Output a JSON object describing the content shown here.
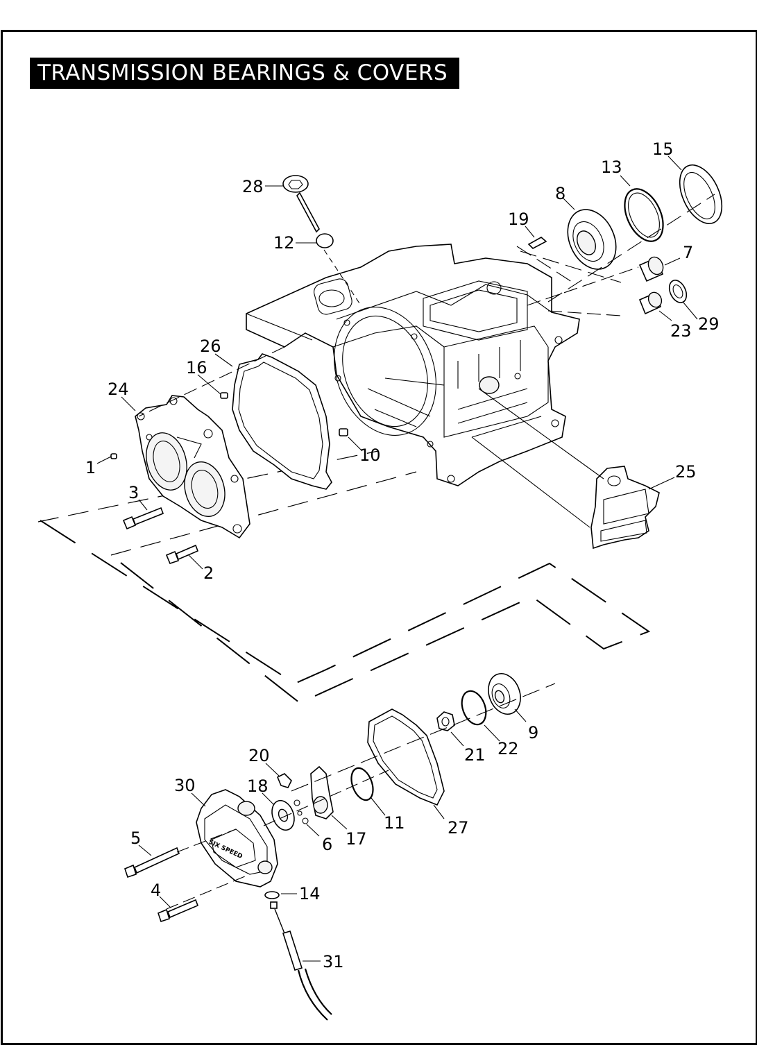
{
  "title": "TRANSMISSION BEARINGS & COVERS",
  "callouts": [
    {
      "id": "c1",
      "label": "1"
    },
    {
      "id": "c2",
      "label": "2"
    },
    {
      "id": "c3",
      "label": "3"
    },
    {
      "id": "c4",
      "label": "4"
    },
    {
      "id": "c5",
      "label": "5"
    },
    {
      "id": "c6",
      "label": "6"
    },
    {
      "id": "c7",
      "label": "7"
    },
    {
      "id": "c8",
      "label": "8"
    },
    {
      "id": "c9",
      "label": "9"
    },
    {
      "id": "c10",
      "label": "10"
    },
    {
      "id": "c11",
      "label": "11"
    },
    {
      "id": "c12",
      "label": "12"
    },
    {
      "id": "c13",
      "label": "13"
    },
    {
      "id": "c14",
      "label": "14"
    },
    {
      "id": "c15",
      "label": "15"
    },
    {
      "id": "c16",
      "label": "16"
    },
    {
      "id": "c17",
      "label": "17"
    },
    {
      "id": "c18",
      "label": "18"
    },
    {
      "id": "c19",
      "label": "19"
    },
    {
      "id": "c20",
      "label": "20"
    },
    {
      "id": "c21",
      "label": "21"
    },
    {
      "id": "c22",
      "label": "22"
    },
    {
      "id": "c23",
      "label": "23"
    },
    {
      "id": "c24",
      "label": "24"
    },
    {
      "id": "c25",
      "label": "25"
    },
    {
      "id": "c26",
      "label": "26"
    },
    {
      "id": "c27",
      "label": "27"
    },
    {
      "id": "c28",
      "label": "28"
    },
    {
      "id": "c29",
      "label": "29"
    },
    {
      "id": "c30",
      "label": "30"
    },
    {
      "id": "c31",
      "label": "31"
    }
  ],
  "cover_emblem_text": "SIX SPEED"
}
